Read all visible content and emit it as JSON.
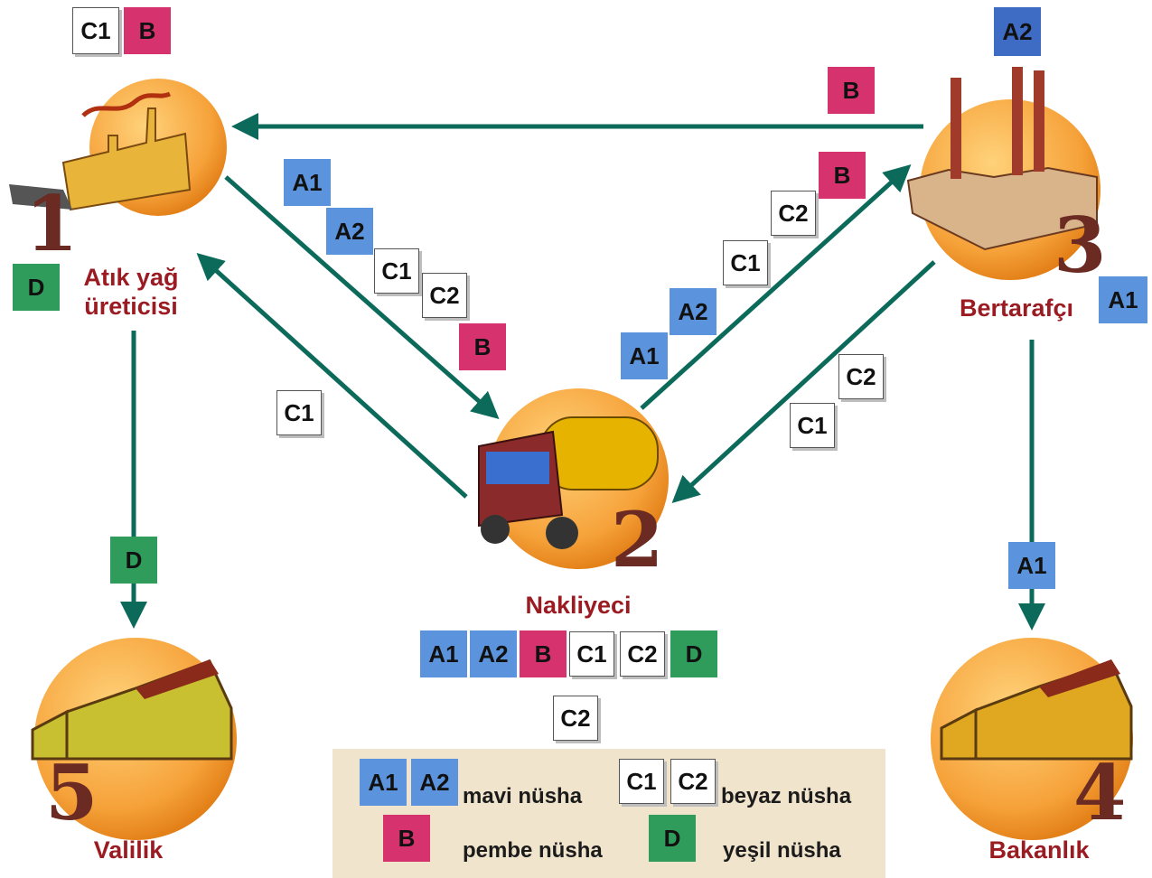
{
  "colors": {
    "blue": "#5b93dc",
    "dark_blue": "#3e6cc4",
    "pink": "#d6336e",
    "green": "#2f9c5b",
    "white": "#ffffff",
    "arrow": "#0c6a5a",
    "node_orange": "#f6a23a",
    "label_red": "#9b1b22",
    "legend_bg": "#f1e4cc"
  },
  "nodes": {
    "producer": {
      "number": "1",
      "label_line1": "Atık yağ",
      "label_line2": "üreticisi",
      "icon": "factory-icon"
    },
    "transporter": {
      "number": "2",
      "label": "Nakliyeci",
      "icon": "tanker-truck-icon"
    },
    "disposer": {
      "number": "3",
      "label": "Bertarafçı",
      "icon": "power-plant-icon"
    },
    "ministry": {
      "number": "4",
      "label": "Bakanlık",
      "icon": "building-icon"
    },
    "governorship": {
      "number": "5",
      "label": "Valilik",
      "icon": "building-icon"
    }
  },
  "badges": {
    "producer_c1": "C1",
    "producer_b": "B",
    "producer_d": "D",
    "disposer_a2": "A2",
    "disposer_a1": "A1",
    "top_b": "B",
    "p2t_a1": "A1",
    "p2t_a2": "A2",
    "p2t_c1": "C1",
    "p2t_c2": "C2",
    "p2t_b": "B",
    "t2p_c1": "C1",
    "t2d_a1": "A1",
    "t2d_a2": "A2",
    "t2d_c1": "C1",
    "t2d_c2": "C2",
    "t2d_b": "B",
    "d2t_c2": "C2",
    "d2t_c1": "C1",
    "p2v_d": "D",
    "d2m_a1": "A1",
    "tr_a1": "A1",
    "tr_a2": "A2",
    "tr_b": "B",
    "tr_c1": "C1",
    "tr_c2": "C2",
    "tr_d": "D",
    "tr_extra_c2": "C2"
  },
  "legend": {
    "blue_a1": "A1",
    "blue_a2": "A2",
    "blue_text": "mavi nüsha",
    "white_c1": "C1",
    "white_c2": "C2",
    "white_text": "beyaz nüsha",
    "pink_b": "B",
    "pink_text": "pembe nüsha",
    "green_d": "D",
    "green_text": "yeşil nüsha"
  }
}
